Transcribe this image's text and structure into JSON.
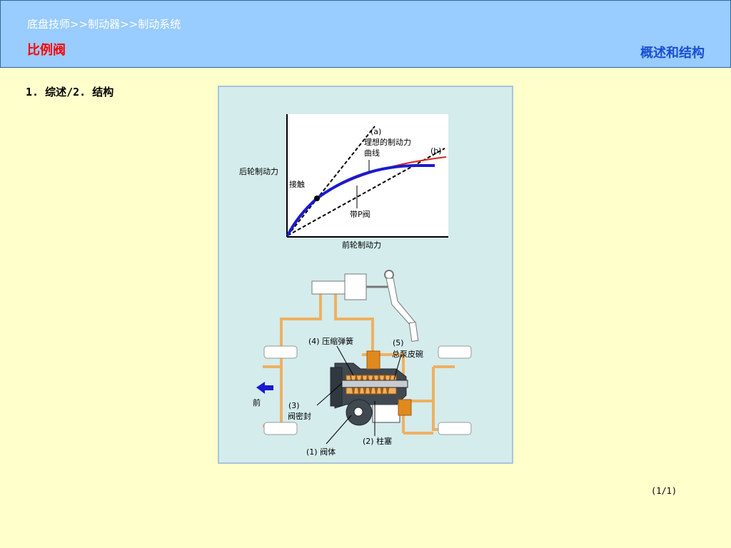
{
  "header": {
    "breadcrumb": "底盘技师>>制动器>>制动系统",
    "title": "比例阀",
    "section": "概述和结构"
  },
  "outline": "1. 综述/2. 结构",
  "graph": {
    "y_axis_label": "后轮制动力",
    "x_axis_label": "前轮制动力",
    "line_a_label": "(a)",
    "ideal_curve_label_1": "理想的制动力",
    "ideal_curve_label_2": "曲线",
    "line_b_label": "(b)",
    "contact_label": "接触",
    "p_valve_label": "带P阀",
    "colors": {
      "ideal_curve": "#1a1ad0",
      "p_valve_line": "#e02020",
      "dashed_lines": "#000000"
    }
  },
  "mechanism": {
    "label_4": "(4) 压缩弹簧",
    "label_5_num": "(5)",
    "label_5_text": "总泵皮碗",
    "front_label": "前",
    "label_3_num": "(3)",
    "label_3_text": "阀密封",
    "label_2": "(2) 柱塞",
    "label_1": "(1) 阀体",
    "colors": {
      "brake_line": "#f0b060",
      "valve_body": "#404850",
      "spring": "#e08a1e"
    }
  },
  "page_number": "(1/1)"
}
